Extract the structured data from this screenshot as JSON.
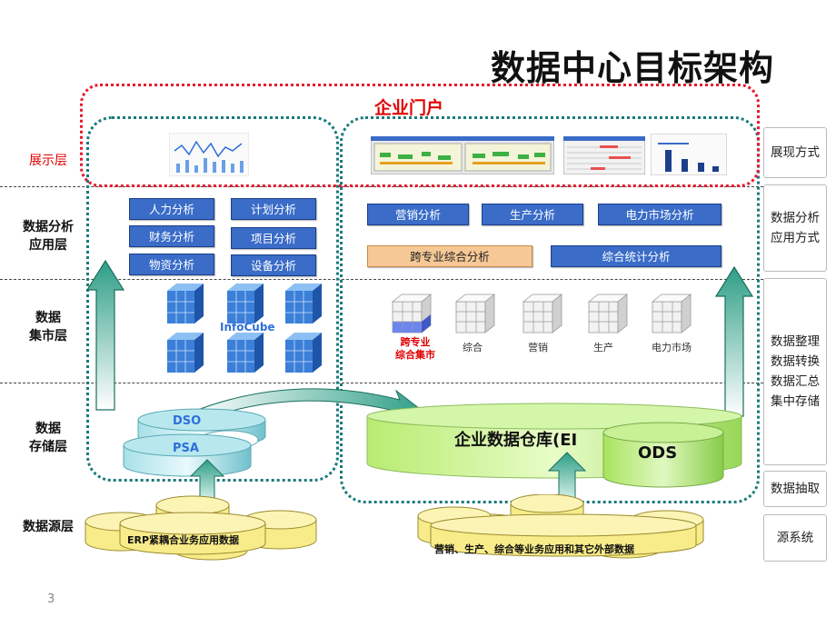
{
  "title": "数据中心目标架构",
  "portal": {
    "title": "企业门户"
  },
  "layers": {
    "presentation": "展示层",
    "analysis_line1": "数据分析",
    "analysis_line2": "应用层",
    "mart_line1": "数据",
    "mart_line2": "集市层",
    "storage_line1": "数据",
    "storage_line2": "存储层",
    "source": "数据源层"
  },
  "left_analysis": [
    "人力分析",
    "财务分析",
    "物资分析",
    "计划分析",
    "项目分析",
    "设备分析"
  ],
  "right_analysis": {
    "row1": [
      "营销分析",
      "生产分析",
      "电力市场分析"
    ],
    "cross": "跨专业综合分析",
    "stats": "综合统计分析"
  },
  "infocube": "InfoCube",
  "marts": {
    "cross_line1": "跨专业",
    "cross_line2": "综合集市",
    "items": [
      "综合",
      "营销",
      "生产",
      "电力市场"
    ]
  },
  "storage": {
    "dso": "DSO",
    "psa": "PSA",
    "warehouse": "企业数据仓库(EI",
    "ods": "ODS"
  },
  "sources": {
    "left": "ERP紧耦合业务应用数据",
    "right": "营销、生产、综合等业务应用和其它外部数据"
  },
  "right_panel": {
    "display": "展现方式",
    "analysis_line1": "数据分析",
    "analysis_line2": "应用方式",
    "process_lines": [
      "数据整理",
      "数据转换",
      "数据汇总",
      "集中存储"
    ],
    "extract": "数据抽取",
    "source": "源系统"
  },
  "page_number": "3",
  "colors": {
    "accent_red": "#e00000",
    "box_blue": "#3a6cc8",
    "teal_dotted": "#1a7a7a",
    "db_yellow": "#f8ec8a",
    "orange_box": "#f6c896"
  }
}
